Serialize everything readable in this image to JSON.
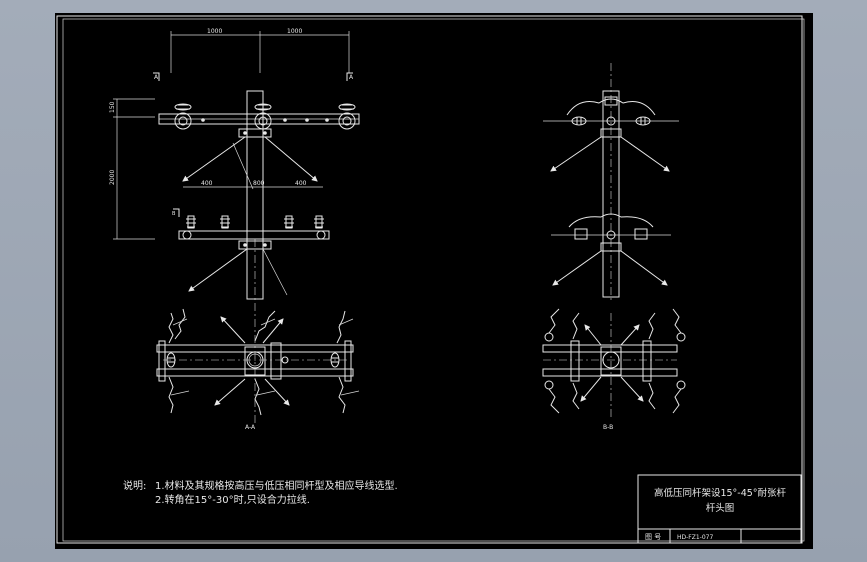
{
  "drawing": {
    "dimensions": {
      "top_left": "1000",
      "top_right": "1000",
      "vertical_short": "150",
      "vertical_long": "2000",
      "mid_left": "400",
      "mid_center": "800",
      "mid_right": "400"
    },
    "section_labels": {
      "view_a": "A-A",
      "view_b": "B-B",
      "mark_a_left": "A",
      "mark_a_right": "A",
      "mark_b": "B"
    }
  },
  "notes": {
    "label": "说明:",
    "line1": "1.材料及其规格按高压与低压相同杆型及相应导线选型.",
    "line2": "2.转角在15°-30°时,只设合力拉线."
  },
  "title_block": {
    "title_line1": "高低压同杆架设15°-45°耐张杆",
    "title_line2": "杆头图",
    "drawing_no_label": "图 号",
    "drawing_no": "HD-FZ1-077"
  }
}
